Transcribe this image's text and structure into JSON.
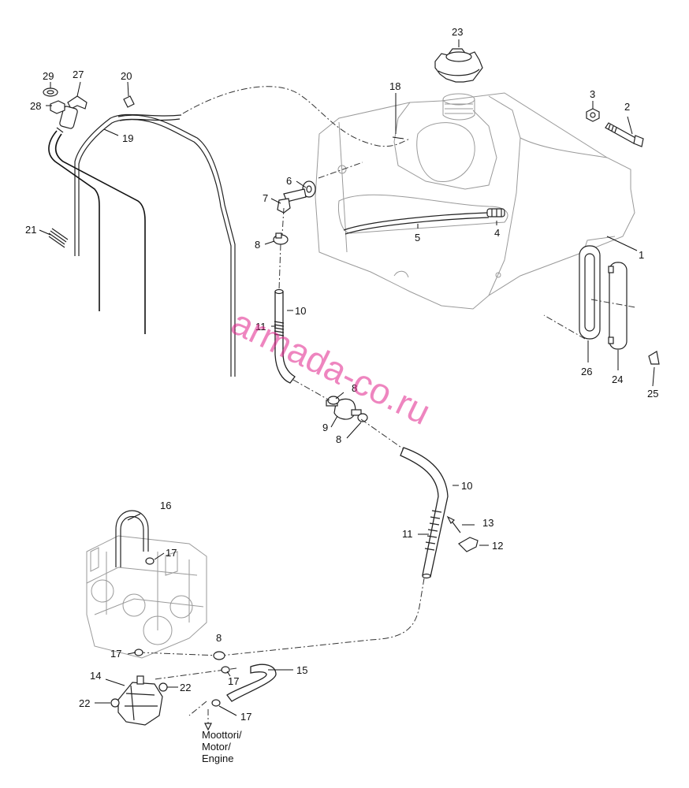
{
  "callouts": [
    {
      "n": "1"
    },
    {
      "n": "2"
    },
    {
      "n": "3"
    },
    {
      "n": "4"
    },
    {
      "n": "5"
    },
    {
      "n": "6"
    },
    {
      "n": "7"
    },
    {
      "n": "8"
    },
    {
      "n": "8"
    },
    {
      "n": "8"
    },
    {
      "n": "8"
    },
    {
      "n": "9"
    },
    {
      "n": "10"
    },
    {
      "n": "10"
    },
    {
      "n": "11"
    },
    {
      "n": "11"
    },
    {
      "n": "12"
    },
    {
      "n": "13"
    },
    {
      "n": "14"
    },
    {
      "n": "15"
    },
    {
      "n": "16"
    },
    {
      "n": "17"
    },
    {
      "n": "17"
    },
    {
      "n": "17"
    },
    {
      "n": "17"
    },
    {
      "n": "18"
    },
    {
      "n": "19"
    },
    {
      "n": "20"
    },
    {
      "n": "21"
    },
    {
      "n": "22"
    },
    {
      "n": "22"
    },
    {
      "n": "23"
    },
    {
      "n": "24"
    },
    {
      "n": "25"
    },
    {
      "n": "26"
    },
    {
      "n": "27"
    },
    {
      "n": "28"
    },
    {
      "n": "29"
    }
  ],
  "engine_label": [
    "Moottori/",
    "Motor/",
    "Engine"
  ],
  "watermark": "armada-co.ru",
  "colors": {
    "watermark": "#e0218a",
    "line": "#222222",
    "ghost": "#9a9a9a"
  }
}
